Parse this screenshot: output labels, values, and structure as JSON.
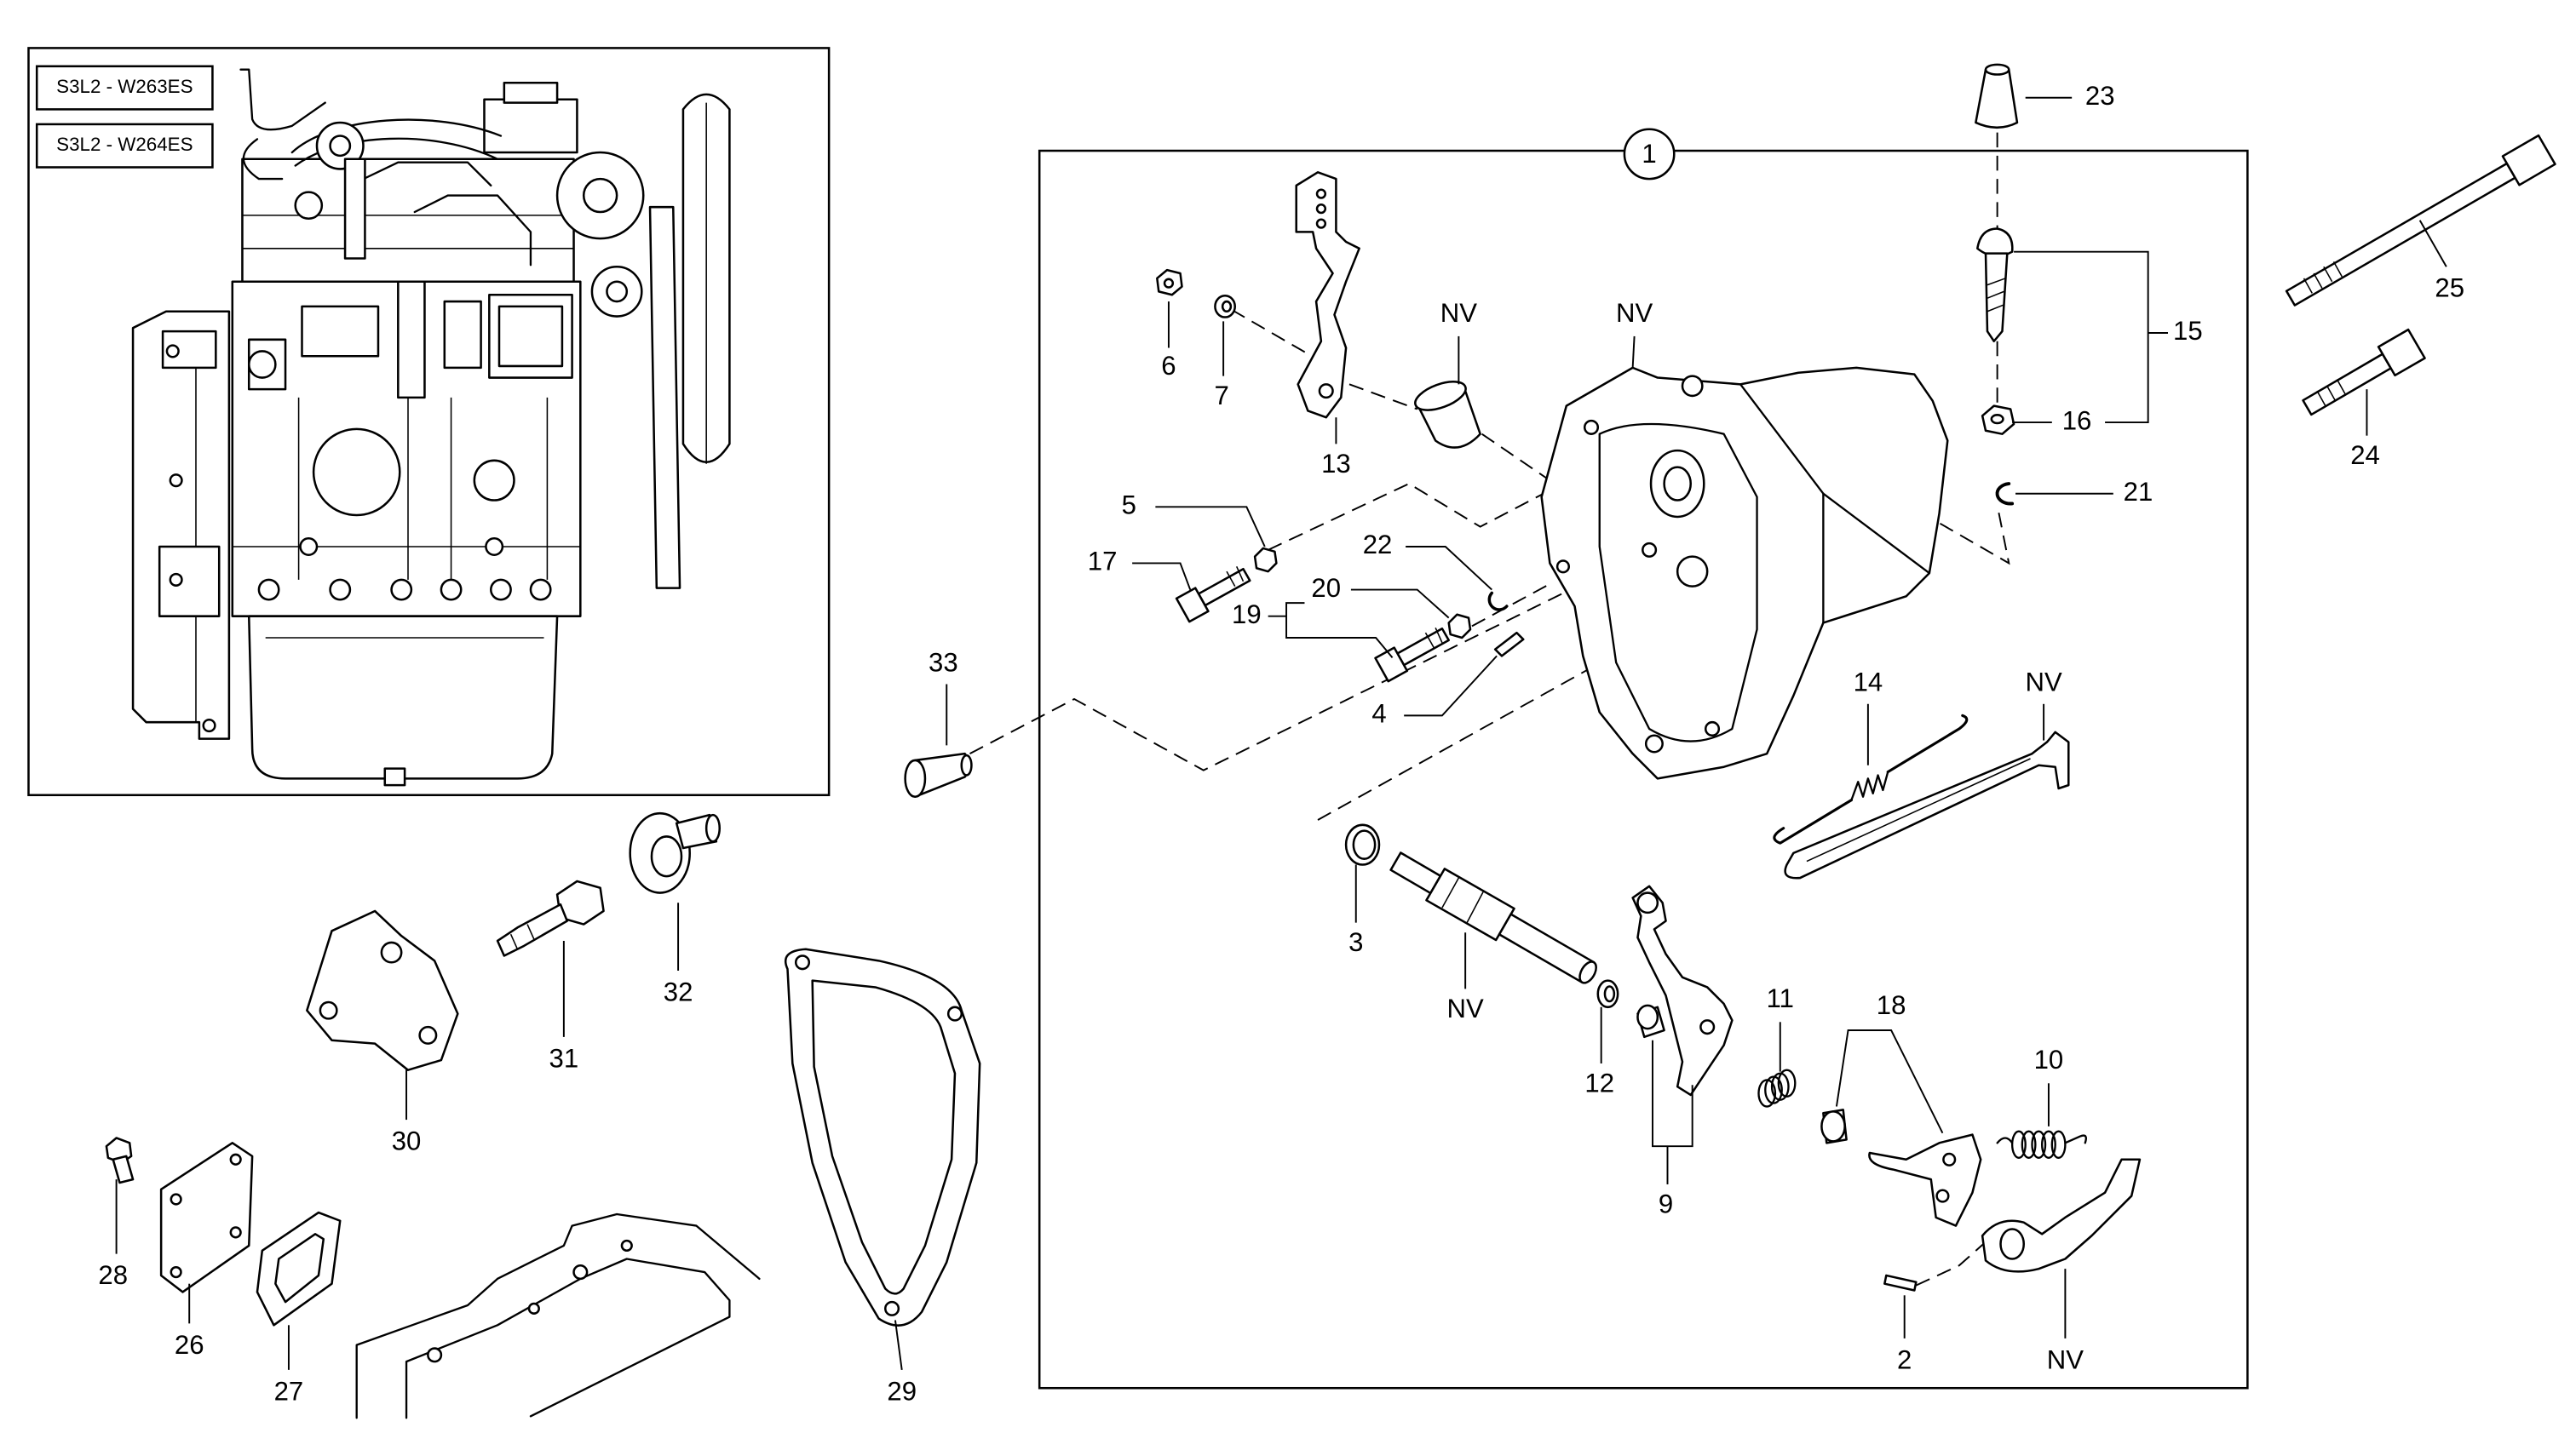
{
  "inset": {
    "model_labels": [
      "S3L2 - W263ES",
      "S3L2 - W264ES"
    ]
  },
  "callouts": {
    "p1": "1",
    "p2": "2",
    "p3": "3",
    "p4": "4",
    "p5": "5",
    "p6": "6",
    "p7": "7",
    "p9": "9",
    "p10": "10",
    "p11": "11",
    "p12": "12",
    "p13": "13",
    "p14": "14",
    "p15": "15",
    "p16": "16",
    "p17": "17",
    "p18": "18",
    "p19": "19",
    "p20": "20",
    "p21": "21",
    "p22": "22",
    "p23": "23",
    "p24": "24",
    "p25": "25",
    "p26": "26",
    "p27": "27",
    "p28": "28",
    "p29": "29",
    "p30": "30",
    "p31": "31",
    "p32": "32",
    "p33": "33"
  },
  "nv_labels": [
    "NV",
    "NV",
    "NV",
    "NV",
    "NV"
  ],
  "colors": {
    "line": "#000000",
    "background": "#ffffff"
  }
}
